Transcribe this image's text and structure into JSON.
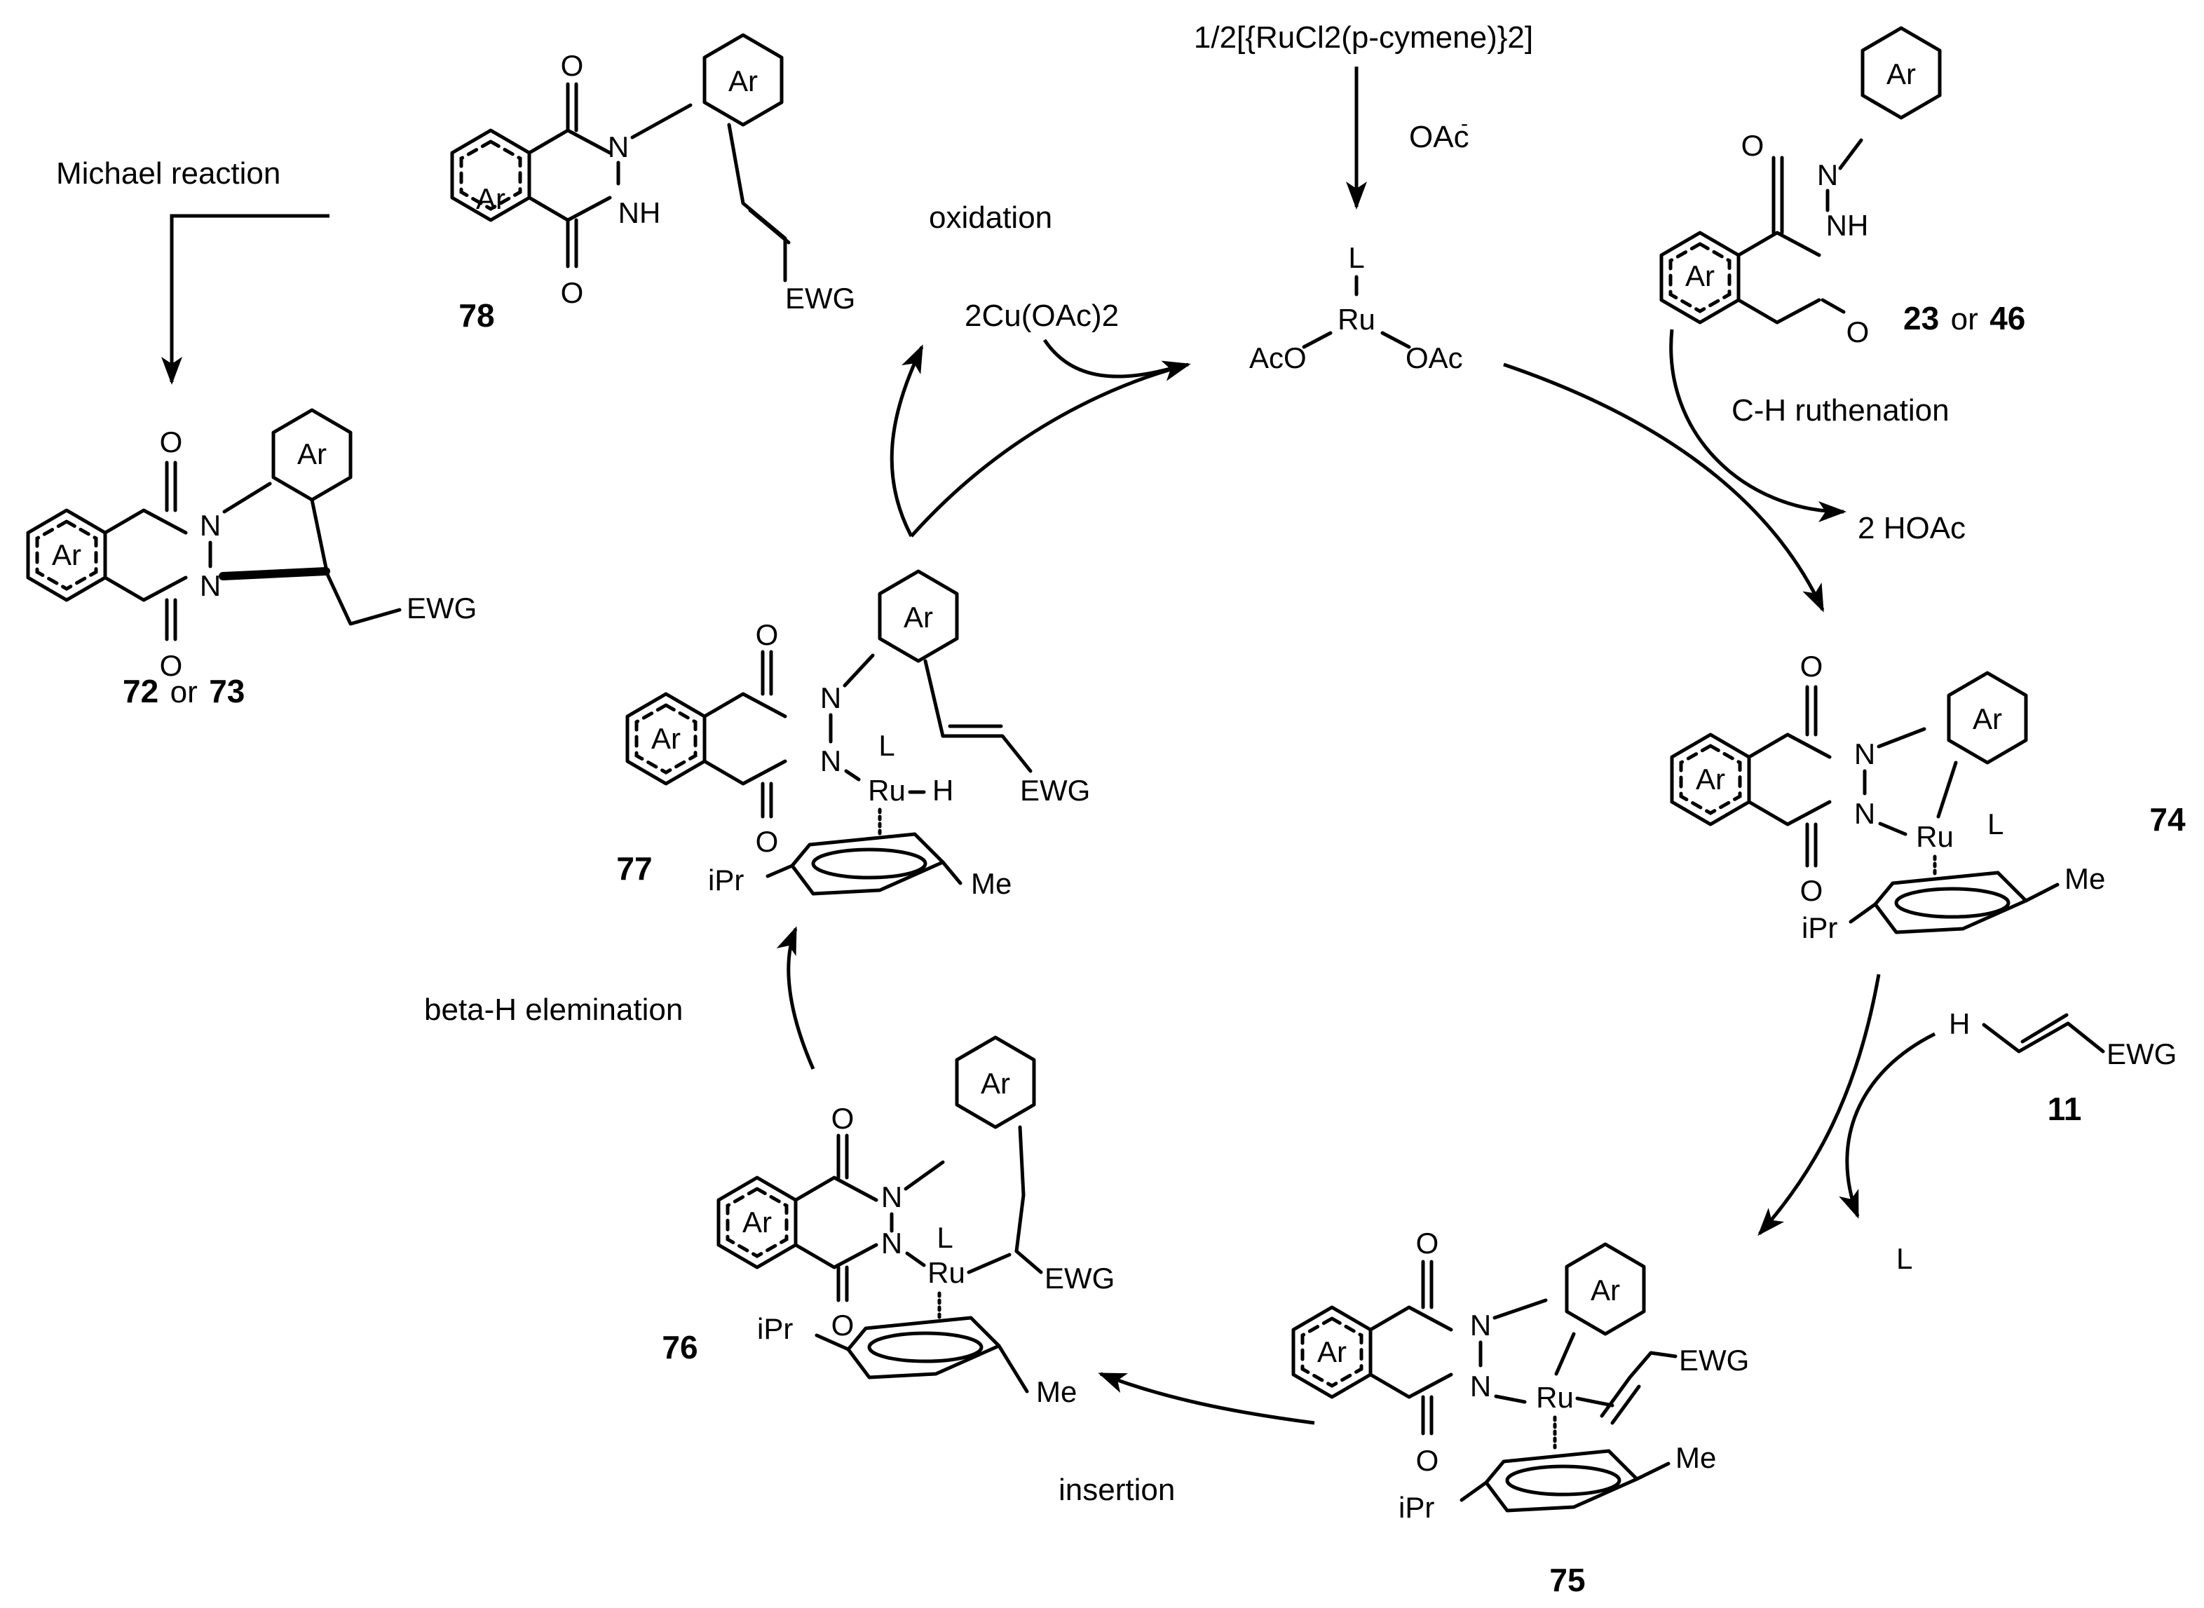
{
  "reagents": {
    "catalyst_precursor": "1/2[{RuCl2(p-cymene)}2]",
    "acetate": "OAc",
    "acetate_charge": "-",
    "oxidant": "2Cu(OAc)2",
    "byproduct_hoac": "2 HOAc",
    "released_ligand": "L"
  },
  "steps": {
    "michael": "Michael reaction",
    "oxidation": "oxidation",
    "ruthenation": "C-H ruthenation",
    "beta_h": "beta-H elemination",
    "insertion": "insertion"
  },
  "compounds": {
    "c78": "78",
    "c72_73": "72 or 73",
    "c72": "72",
    "c73": "73",
    "c77": "77",
    "c76": "76",
    "c75": "75",
    "c74": "74",
    "c11": "11",
    "c23_46": "23 or 46",
    "c23": "23",
    "c46": "46"
  },
  "connector_or": "or",
  "atoms": {
    "ar": "Ar",
    "o": "O",
    "n": "N",
    "nh": "NH",
    "h": "H",
    "ru": "Ru",
    "l": "L",
    "ewg": "EWG",
    "ipr": "iPr",
    "me": "Me",
    "aco": "AcO",
    "oac": "OAc"
  }
}
